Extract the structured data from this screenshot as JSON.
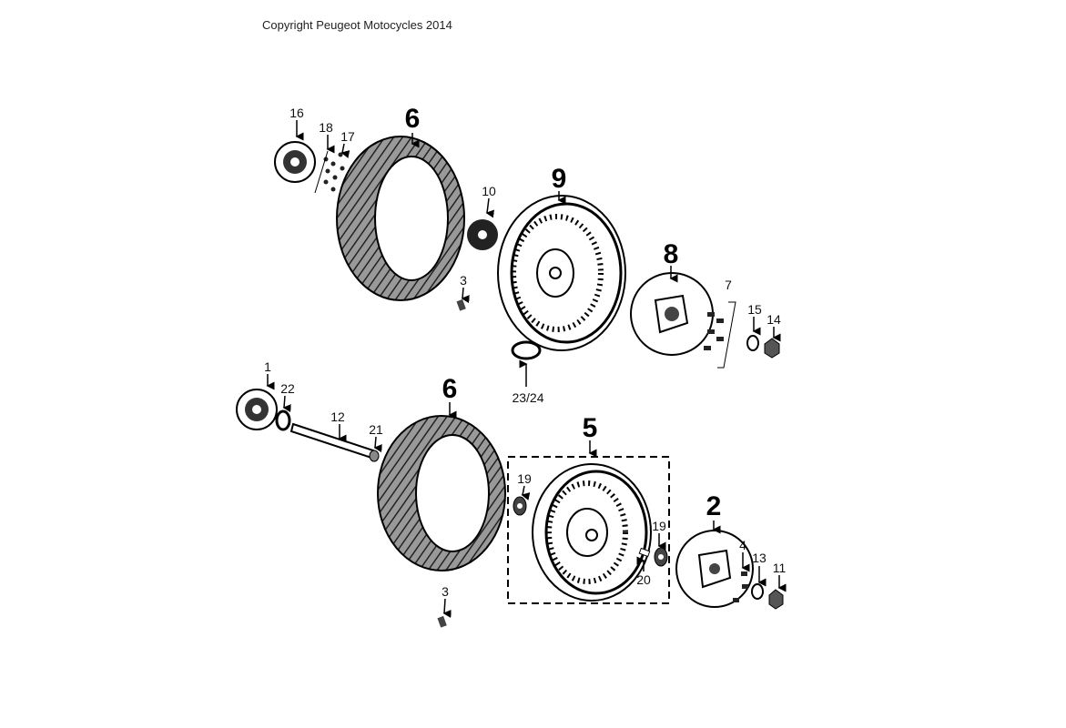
{
  "copyright": "Copyright Peugeot Motocycles 2014",
  "callouts": {
    "c16": "16",
    "c18": "18",
    "c17": "17",
    "c6a": "6",
    "c10": "10",
    "c9": "9",
    "c3a": "3",
    "c8": "8",
    "c7": "7",
    "c15": "15",
    "c14": "14",
    "c2324": "23/24",
    "c1": "1",
    "c22": "22",
    "c12": "12",
    "c21": "21",
    "c6b": "6",
    "c5": "5",
    "c19a": "19",
    "c19b": "19",
    "c20": "20",
    "c2": "2",
    "c4": "4",
    "c13": "13",
    "c11": "11",
    "c3b": "3"
  }
}
